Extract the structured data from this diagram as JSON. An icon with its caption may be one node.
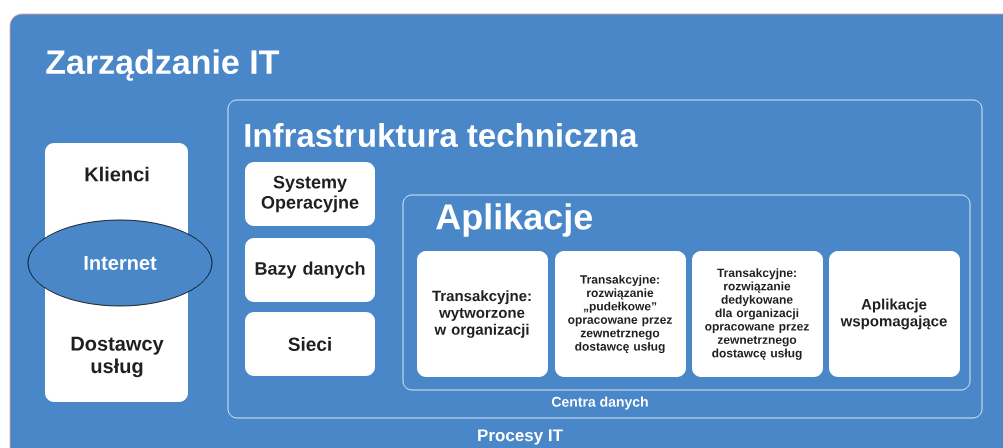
{
  "diagram": {
    "nodes": [
      {
        "text": [
          "Zarządzanie IT",
          "Procesy IT"
        ]
      },
      {
        "text": [
          "Klienci",
          "Dostawcy usług"
        ],
        "in": 0
      },
      {
        "text": [
          "Internet"
        ],
        "in": 0
      },
      {
        "text": [
          "Infrastruktura techniczna",
          "Centra danych"
        ],
        "in": 0
      },
      {
        "text": [
          "Systemy Operacyjne"
        ],
        "in": 3
      },
      {
        "text": [
          "Bazy danych"
        ],
        "in": 3
      },
      {
        "text": [
          "Sieci"
        ],
        "in": 3
      },
      {
        "text": [
          "Aplikacje"
        ],
        "in": 3
      },
      {
        "text": [
          "Transakcyjne: wytworzone w organizacji"
        ],
        "in": 7
      },
      {
        "text": [
          "Transakcyjne: rozwiązanie „pudełkowe” opracowane przez zewnetrznego dostawcę usług"
        ],
        "in": 7
      },
      {
        "text": [
          "Transakcyjne: rozwiązanie dedykowane dla organizacji opracowane przez zewnetrznego dostawcę usług"
        ],
        "in": 7
      },
      {
        "text": [
          "Aplikacje wspomagające"
        ],
        "in": 7
      }
    ]
  }
}
